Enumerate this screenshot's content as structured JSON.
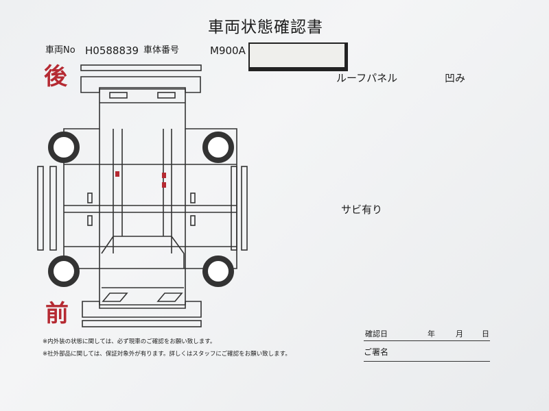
{
  "document": {
    "title": "車両状態確認書",
    "vehicle_no_label": "車両No",
    "vehicle_no": "H0588839",
    "chassis_no_label": "車体番号",
    "chassis_no": "M900A"
  },
  "diagram": {
    "rear_label": "後",
    "front_label": "前"
  },
  "notes": {
    "roof_panel": "ルーフパネル",
    "dent": "凹み",
    "rust": "サビ有り"
  },
  "footer": {
    "note1": "※内外装の状態に関しては、必ず現車のご確認をお願い致します。",
    "note2": "※社外部品に関しては、保証対象外が有ります。詳しくはスタッフにご確認をお願い致します。",
    "confirm_date_label": "確認日",
    "year": "年",
    "month": "月",
    "day": "日",
    "signature_label": "ご署名"
  },
  "colors": {
    "mark_red": "#b52a32"
  }
}
